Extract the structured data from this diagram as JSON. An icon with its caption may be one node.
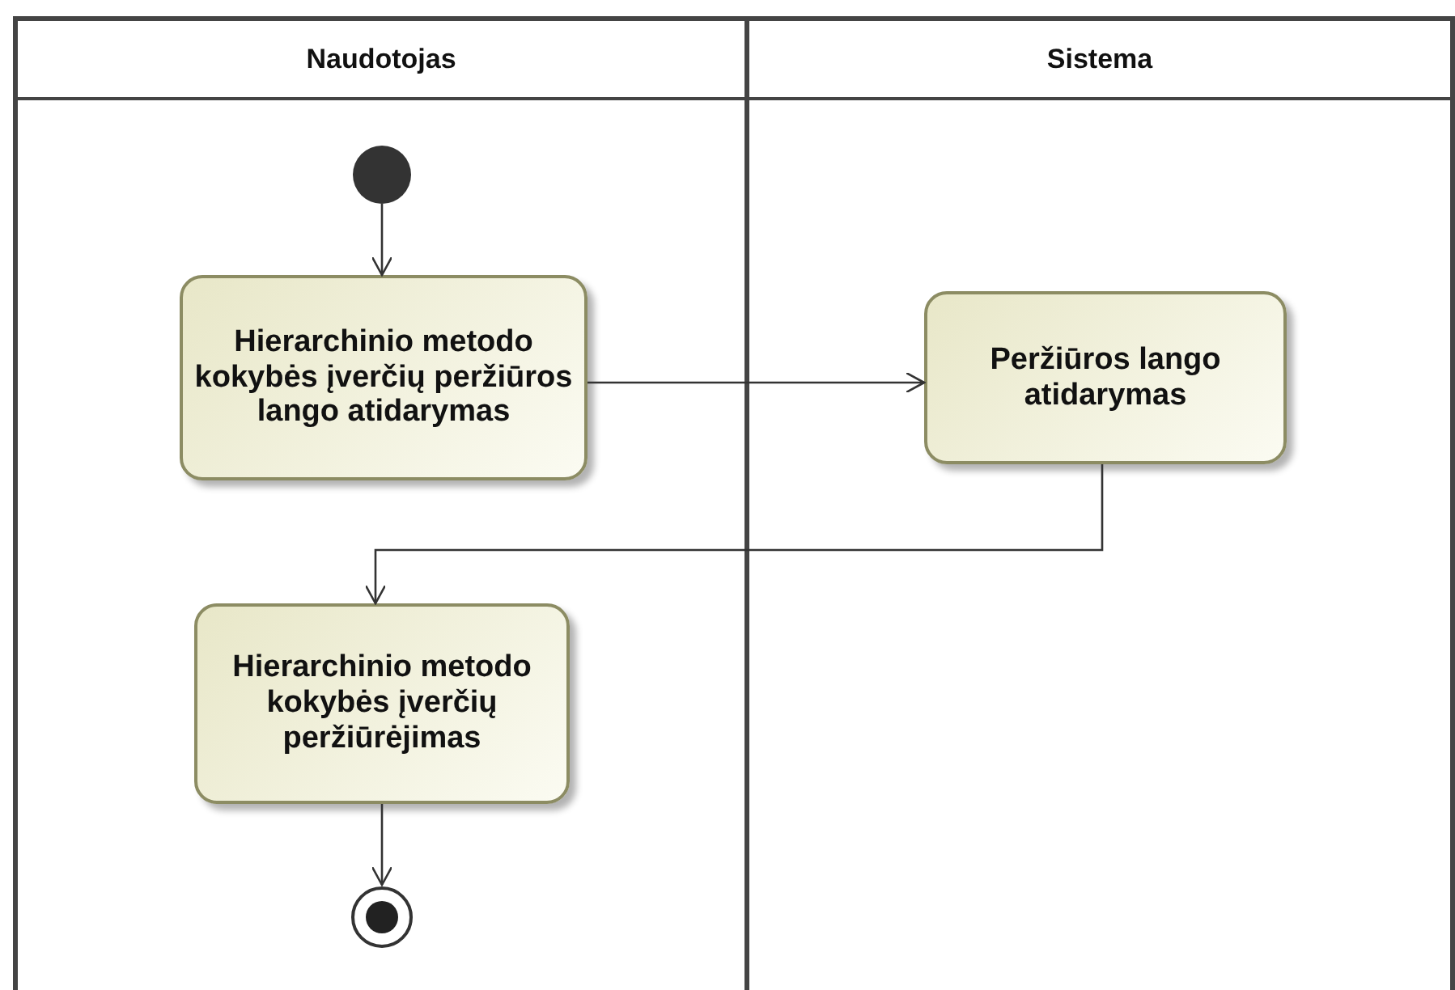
{
  "diagram": {
    "nodes": [
      {
        "text": [
          "Naudotojas"
        ]
      },
      {
        "text": [
          "Sistema"
        ]
      },
      {
        "text": [],
        "shape": "circle",
        "in": 0
      },
      {
        "text": [
          "Hierarchinio metodo kokybės įverčių peržiūros lango atidarymas"
        ],
        "in": 0
      },
      {
        "text": [
          "Peržiūros lango atidarymas"
        ],
        "in": 1
      },
      {
        "text": [
          "Hierarchinio metodo kokybės įverčių peržiūrėjimas"
        ],
        "in": 0
      },
      {
        "text": [],
        "shape": "circle",
        "in": 0
      }
    ],
    "edges": [
      {
        "from": 2,
        "to": 3,
        "arrow": "to"
      },
      {
        "from": 3,
        "to": 4,
        "arrow": "to"
      },
      {
        "from": 4,
        "to": 5,
        "arrow": "to"
      },
      {
        "from": 5,
        "to": 6,
        "arrow": "to"
      }
    ]
  }
}
